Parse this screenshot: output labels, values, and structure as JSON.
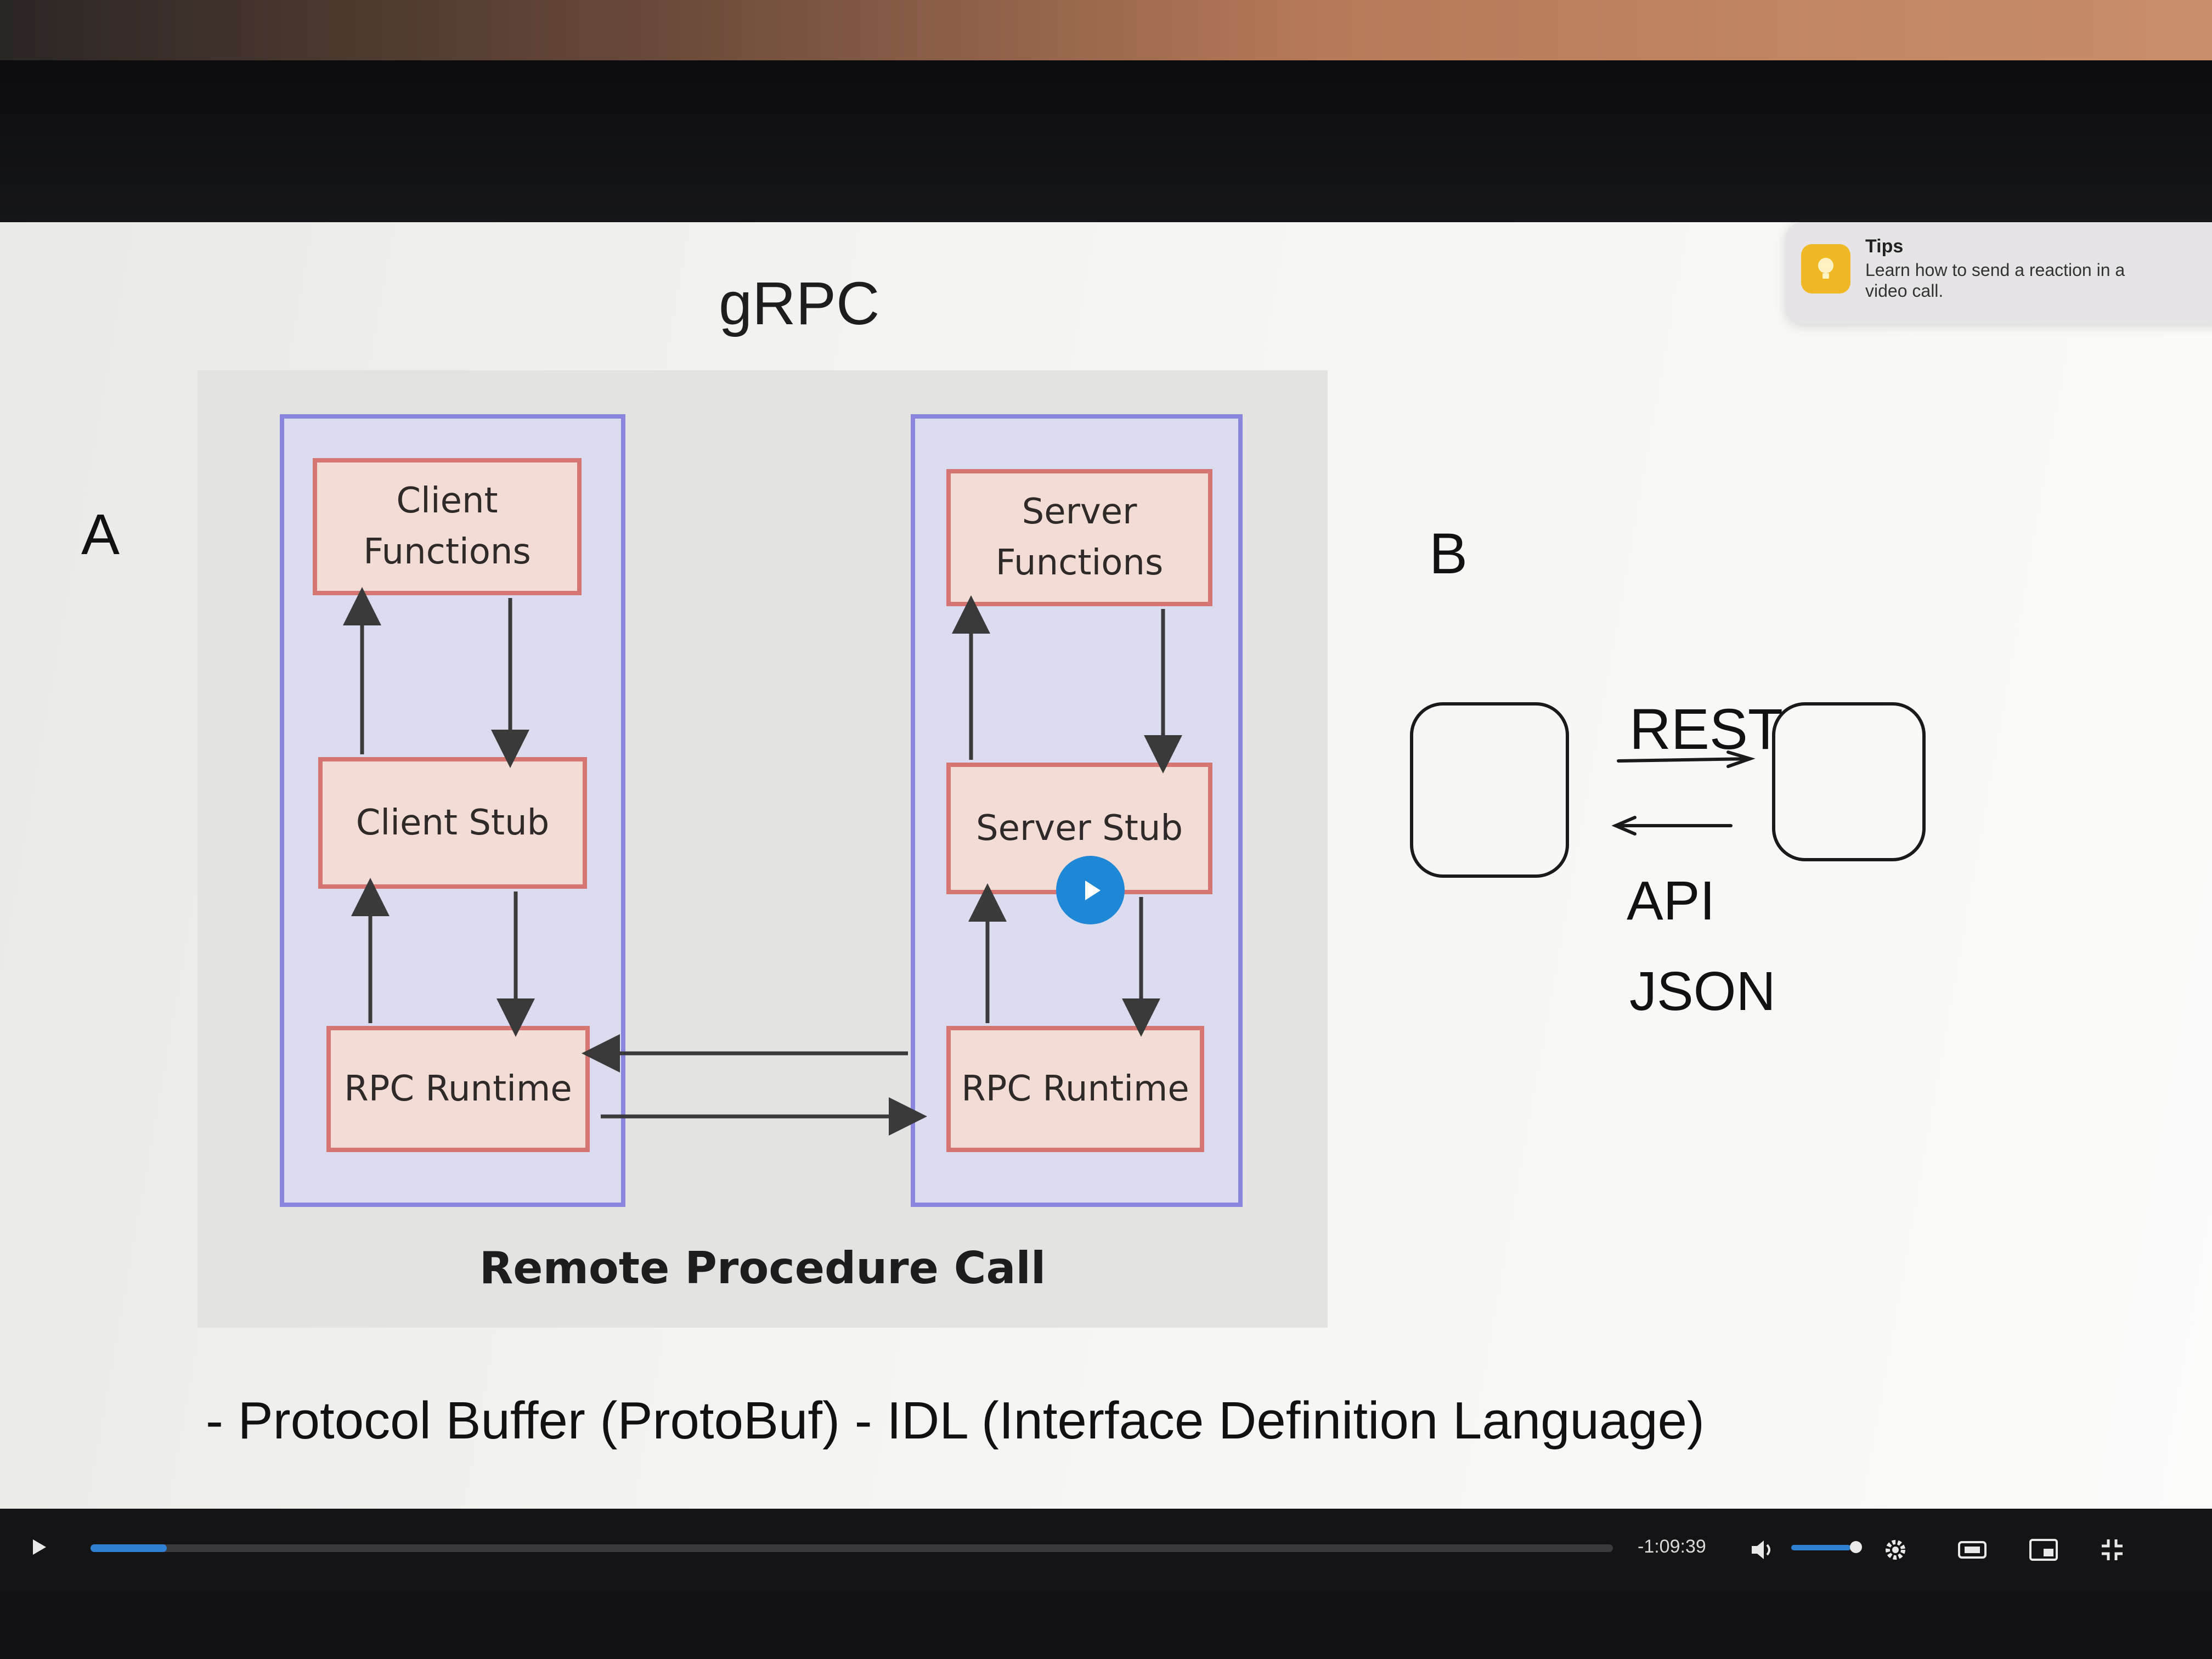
{
  "slide": {
    "title": "gRPC",
    "label_a": "A",
    "label_b": "B",
    "bullet": "- Protocol Buffer (ProtoBuf) - IDL (Interface Definition Language)"
  },
  "diagram": {
    "client_functions": "Client\nFunctions",
    "client_stub": "Client Stub",
    "client_runtime": "RPC Runtime",
    "server_functions": "Server\nFunctions",
    "server_stub": "Server Stub",
    "server_runtime": "RPC Runtime",
    "caption": "Remote Procedure Call"
  },
  "sketch": {
    "rest": "REST",
    "api": "API",
    "json": "JSON"
  },
  "tips": {
    "title": "Tips",
    "body": "Learn how to send a reaction in a video call."
  },
  "player": {
    "time_remaining": "-1:09:39",
    "progress": 0.05,
    "volume": 0.9
  },
  "colors": {
    "accent": "#2f7fd3",
    "column_border": "#8a86de",
    "box_border": "#d67672",
    "box_fill": "#f4dcd6"
  }
}
